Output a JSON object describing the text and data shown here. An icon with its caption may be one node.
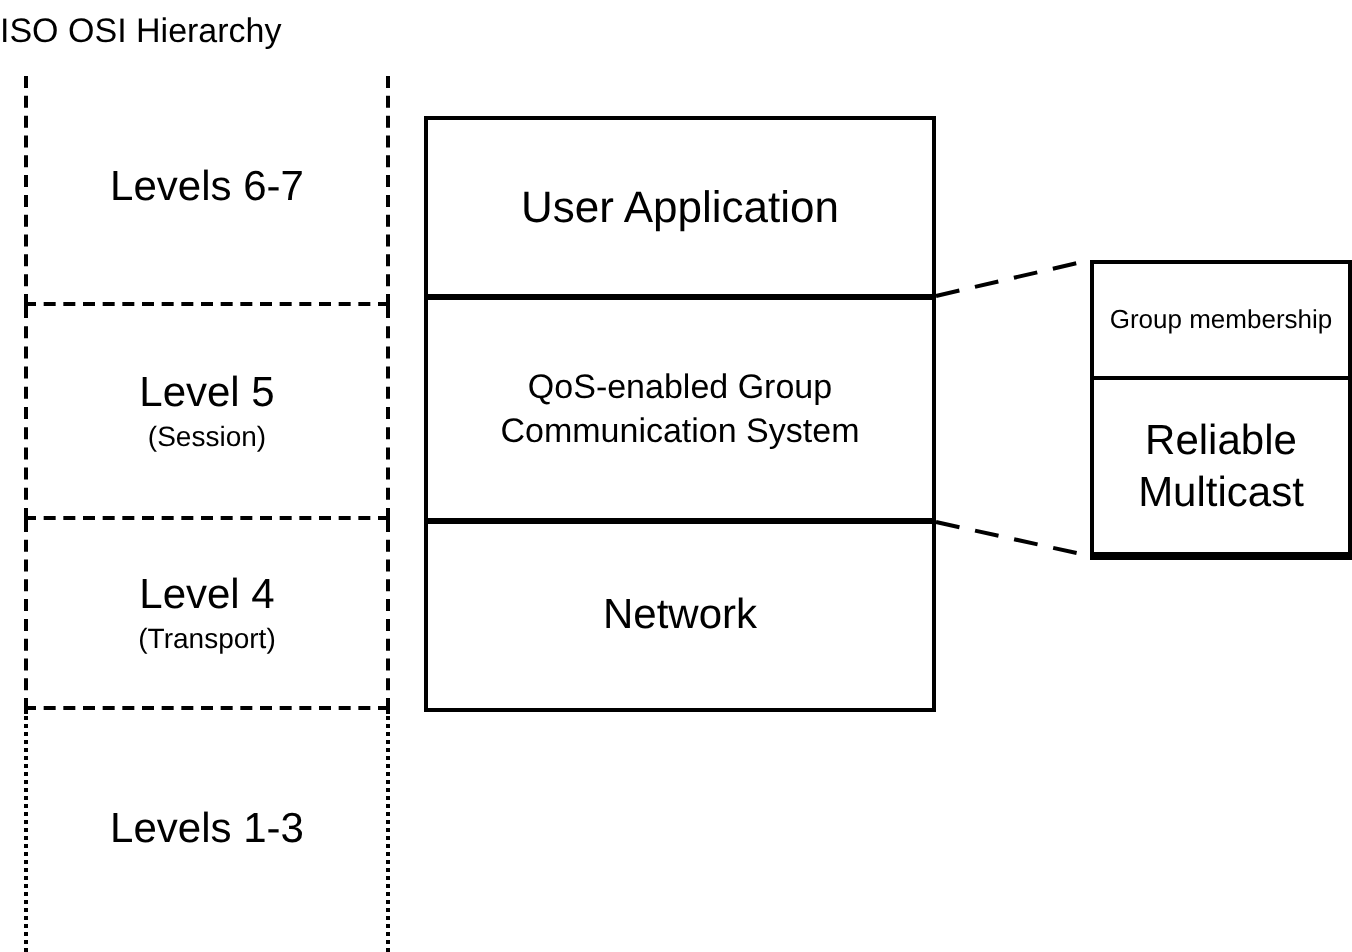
{
  "diagram": {
    "title": "ISO OSI Hierarchy",
    "nodes": [
      {
        "text": [
          "Levels 6-7"
        ]
      },
      {
        "text": [
          "Level 5",
          "(Session)"
        ]
      },
      {
        "text": [
          "Level 4",
          "(Transport)"
        ]
      },
      {
        "text": [
          "Levels 1-3"
        ]
      },
      {
        "text": [
          "User Application"
        ]
      },
      {
        "text": [
          "QoS-enabled Group Communication System"
        ]
      },
      {
        "text": [
          "Network"
        ]
      },
      {
        "text": [],
        "shape": "box"
      },
      {
        "text": [
          "Group membership"
        ],
        "in": 7
      },
      {
        "text": [
          "Reliable Multicast"
        ],
        "in": 7
      }
    ],
    "edges": [
      {
        "from": 5,
        "to": 7,
        "arrow": "none",
        "style": "dashed"
      },
      {
        "from": 5,
        "to": 7,
        "arrow": "none",
        "style": "dashed"
      }
    ]
  }
}
